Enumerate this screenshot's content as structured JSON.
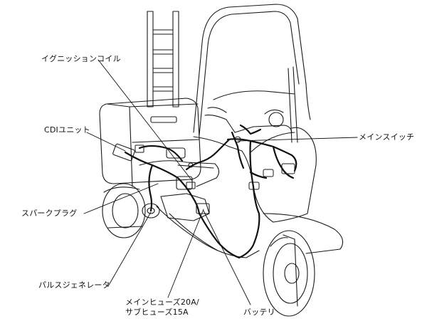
{
  "callouts": {
    "ignition_coil": "イグニッションコイル",
    "cdi_unit": "CDIユニット",
    "main_switch": "メインスイッチ",
    "spark_plug": "スパークプラグ",
    "pulse_generator": "パルスジェネレータ",
    "main_fuse": "メインヒューズ20A/",
    "sub_fuse": "サブヒューズ15A",
    "battery": "バッテリ"
  },
  "colors": {
    "line": "#1a1a1a",
    "wire": "#111111",
    "background": "#ffffff"
  }
}
